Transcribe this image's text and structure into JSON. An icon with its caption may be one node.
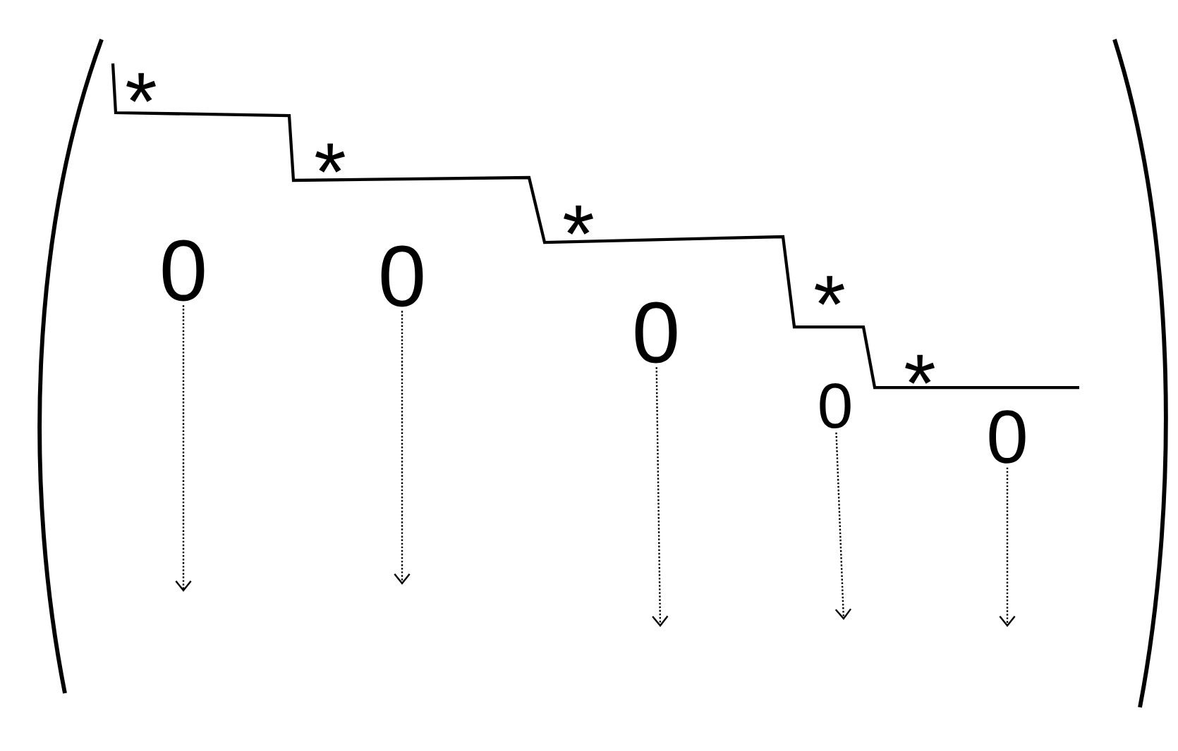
{
  "diagram": {
    "nodes": [
      {
        "text": [
          "0"
        ]
      },
      {
        "text": [
          "0"
        ]
      },
      {
        "text": [
          "0"
        ]
      },
      {
        "text": [
          "0"
        ]
      },
      {
        "text": [
          "0"
        ]
      }
    ],
    "edges": [
      {
        "from": 0,
        "to": null,
        "arrow": "to",
        "style": "dashed"
      },
      {
        "from": 1,
        "to": null,
        "arrow": "to",
        "style": "dashed"
      },
      {
        "from": 2,
        "to": null,
        "arrow": "to",
        "style": "dashed"
      },
      {
        "from": 3,
        "to": null,
        "arrow": "to",
        "style": "dashed"
      },
      {
        "from": 4,
        "to": null,
        "arrow": "to",
        "style": "dashed"
      }
    ],
    "labels": [
      "*",
      "*",
      "*",
      "*",
      "*"
    ]
  }
}
